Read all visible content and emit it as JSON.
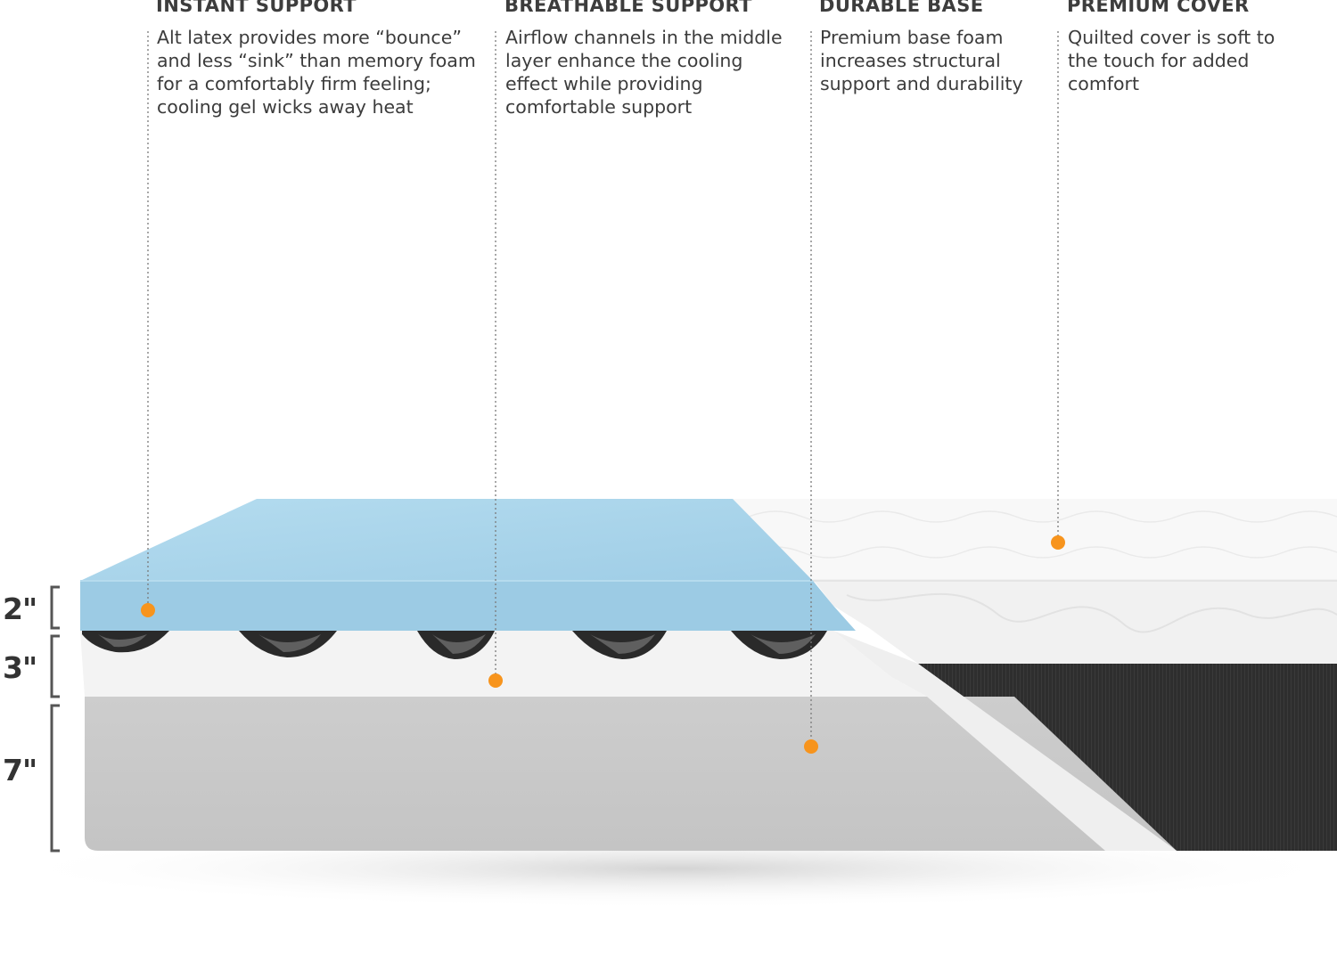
{
  "features": [
    {
      "title": "INSTANT SUPPORT",
      "lines": [
        "Alt latex provides more “bounce”",
        "and less “sink” than memory foam",
        "for a comfortably firm feeling;",
        "cooling gel wicks away heat"
      ]
    },
    {
      "title": "BREATHABLE SUPPORT",
      "lines": [
        "Airflow channels in the middle",
        "layer enhance the cooling",
        "effect while providing",
        "comfortable support"
      ]
    },
    {
      "title": "DURABLE BASE",
      "lines": [
        "Premium base foam",
        "increases structural",
        "support and durability"
      ]
    },
    {
      "title": "PREMIUM COVER",
      "lines": [
        "Quilted cover is soft to",
        "the touch for added",
        "comfort"
      ]
    }
  ],
  "layers": [
    {
      "thickness_label": "2\""
    },
    {
      "thickness_label": "3\""
    },
    {
      "thickness_label": "7\""
    }
  ],
  "colors": {
    "accent_dot": "#f7941d",
    "gel_layer": "#a8d4ea",
    "airflow_layer": "#f2f2f2",
    "base_layer": "#c9c9c9",
    "cover": "#f7f7f7",
    "cover_side": "#2c2c2c"
  }
}
